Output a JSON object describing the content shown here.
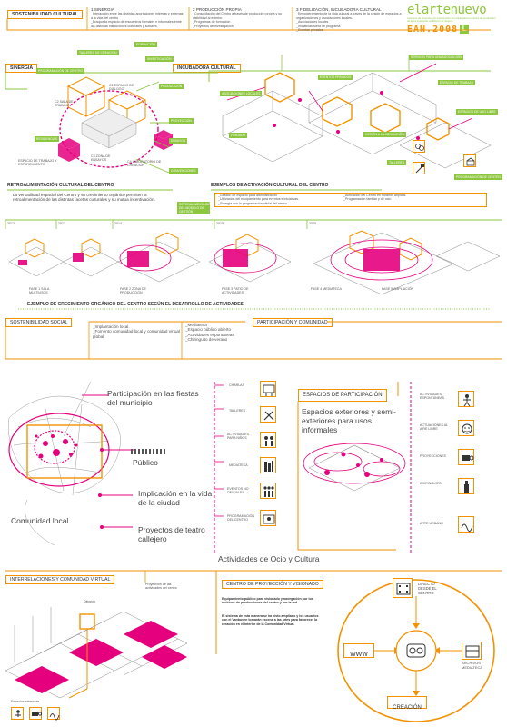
{
  "brand": {
    "title": "elartenuevo",
    "subtitle": "concurso de proyecto con intervención de jurado para un centro de producción de artes escénicas en Rincón de Seguro",
    "code": "EAN.2008",
    "code_box": "L",
    "accent": "#f39200",
    "magenta": "#e5007e",
    "green": "#8dc63f"
  },
  "top": {
    "sostenibilidad_label": "SOSTENIBILIDAD CULTURAL",
    "col1": [
      "1 SINERGIA",
      "_Interacción entre las distintas aportaciones internas y externas a la vida del centro",
      "_Búsqueda espacio de encuentros formales e informales entre las distintas instituciones culturales y sociales."
    ],
    "col2": [
      "2 PRODUCCIÓN PROPIA",
      "_Consolidación del Centro a través de producción propia y su visibilidad al exterior.",
      "_Programas de formación",
      "_Proyectos de investigación"
    ],
    "col3": [
      "3 FIDELIZACIÓN, INCUBADORA CULTURAL",
      "_Empoderamiento de la vida cultural a través de la cesión de espacios a organizaciones y asociaciones locales.",
      "_Asociaciones locales",
      "_Iniciativas fuera de programa",
      "_Eventos privados"
    ]
  },
  "sinergia": {
    "label": "SINERGIA",
    "tags": [
      "PROGRAMACIÓN DE CENTRO",
      "TALLERES DE CREACIÓN",
      "FORMACIÓN",
      "INVESTIGACIÓN",
      "PRODUCCIÓN",
      "PROYECCIÓN",
      "ENSAYOS",
      "CONVENCIONES",
      "RESIDENCIAS"
    ],
    "notes": [
      "C1 ESPACIO DE DIÁLOGO",
      "C2 SALA DE TRABAJO",
      "C3 ZONA DE ENSAYOS",
      "C4 LABORATORIO DE CREACIÓN",
      "ESPACIO DE TRABAJO Y ESPARCIMIENTO"
    ]
  },
  "incubadora": {
    "label": "INCUBADORA CULTURAL",
    "tags": [
      "ASOCIACIONES LOCALES",
      "EVENTOS PRIVADOS",
      "FORJADO",
      "CESIÓN A LA ASOCIACIÓN",
      "TALLERES",
      "PROGRAMACIÓN DE CENTRO",
      "SERVICIO PARA UNA ASOCIACIÓN",
      "ESPACIO DE TRABAJO",
      "ESPACIOS DE USO LIBRE"
    ]
  },
  "retro": {
    "title": "RETROALIMENTACIÓN CULTURAL DEL CENTRO",
    "text": "La versatilidad espacial del Centro y su crecimiento orgánico permiten la retroalimentación de las distintas facetas culturales y su mutua incentivación.",
    "tag": "RETROALIMENTACIÓN DEL MODELO DE GESTIÓN"
  },
  "activacion": {
    "title": "EJEMPLOS DE ACTIVACIÓN CULTURAL DEL CENTRO",
    "left": [
      "_Gestión de espacio para administración",
      "_Utilización del equipamiento para eventos e iniciativas.",
      "_Sinergia con la programación oficial del centro."
    ],
    "right": [
      "_Activación del Centro en horarios atípicos.",
      "_Programación familiar y de ocio"
    ]
  },
  "growth": {
    "years": [
      "2012",
      "2013",
      "2014",
      "2015",
      "2020"
    ],
    "title": "EJEMPLO DE CRECIMIENTO ORGÁNICO DEL CENTRO SEGÚN EL DESARROLLO DE ACTIVIDADES",
    "notes": [
      "FASE 1 SALA MULTIUSOS",
      "FASE 2 ZONA DE PRODUCCIÓN",
      "FASE 3 PATIO DE ACTIVIDADES",
      "FASE 4 MEDIATECA",
      "FASE 5 AMPLIACIÓN"
    ]
  },
  "sost_social": {
    "label": "SOSTENIBILIDAD SOCIAL",
    "items": [
      "_Implantación local.",
      "_Fomento comunidad local y comunidad virtual global"
    ]
  },
  "participacion": {
    "label": "PARTICIPACIÓN Y COMUNIDAD",
    "items": [
      "_Mediateca",
      "_Espacio público abierto",
      "_Actividades espontáneas",
      "_Chiringuito de verano"
    ]
  },
  "comunidad": {
    "participacion_fiestas": "Participación en las fiestas del municipio",
    "publico": "Público",
    "implicacion": "Implicación en la vida de la ciudad",
    "comunidad_local": "Comunidad local",
    "proyectos": "Proyectos de teatro callejero"
  },
  "ocio": {
    "items": [
      "CHARLAS",
      "TALLERES",
      "ACTIVIDADES PARA NIÑOS",
      "MEDIATECA",
      "EVENTOS NO OFICIALES",
      "PROGRAMACIÓN DEL CENTRO"
    ],
    "caption": "Actividades de Ocio y Cultura"
  },
  "espacios": {
    "label": "ESPACIOS DE PARTICIPACIÓN",
    "text": "Espacios exteriores y semi-exteriores para usos informales",
    "items": [
      "ACTIVIDADES ESPONTÁNEAS",
      "ACTUACIONES AL AIRE LIBRE",
      "PROYECCIONES",
      "CHIRINGUITO",
      "ARTE URBANO"
    ]
  },
  "virtual": {
    "label": "INTERRELACIONES Y COMUNIDAD VIRTUAL",
    "note_top": "Proyección de las actividades del centro",
    "note_left": "Difusión",
    "espacios": "Espacios exteriores",
    "icons": [
      "ACTUACIONES",
      "PROYECCIONES",
      "ARTE URBANO"
    ]
  },
  "proyeccion": {
    "label": "CENTRO DE PROYECCIÓN Y VISIONADO",
    "p1": "Equipamiento público para visionado y navegación por los archivos de producciones del centro y por la red",
    "p2": "El sistema de esta manera se ha visto ampliado y los usuarios con el Vanbuven tomarán escena a las artes para favorecer la creación en el interior de la Comunidad Virtual.",
    "directo": "DIRECTO DESDE EL CENTRO",
    "www": "WWW",
    "archivos": "ARCHIVOS MEDIATECA",
    "creacion": "CREACIÓN"
  }
}
